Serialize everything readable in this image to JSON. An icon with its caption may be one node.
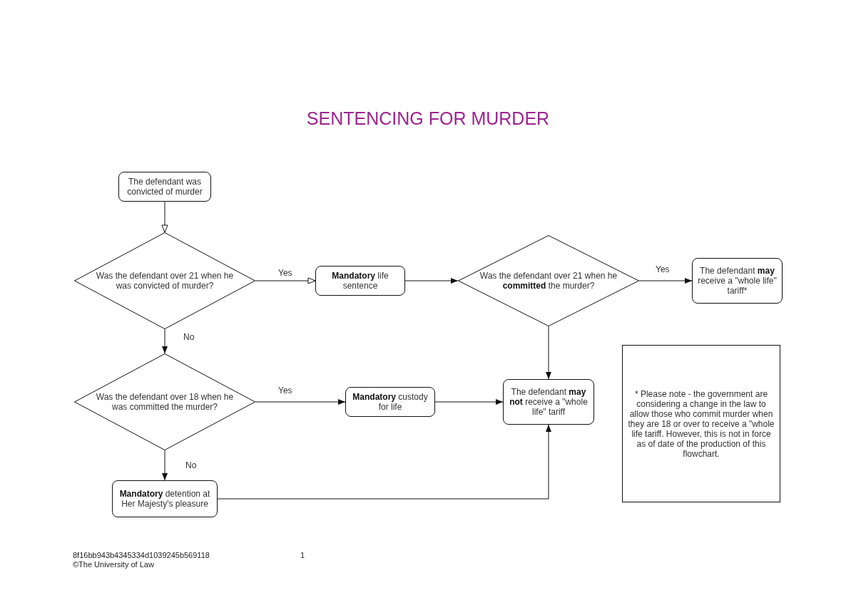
{
  "diagram": {
    "title": "SENTENCING FOR MURDER",
    "nodes": [
      {
        "text": [
          "The defendant was convicted of murder"
        ]
      },
      {
        "text": [
          "Was the defendant over 21 when he was convicted of murder?"
        ]
      },
      {
        "text": [
          "**Mandatory** life sentence"
        ]
      },
      {
        "text": [
          "Was the defendant over 21 when he **committed** the murder?"
        ]
      },
      {
        "text": [
          "The defendant **may** receive a \"whole life\" tariff*"
        ]
      },
      {
        "text": [
          "Was the defendant over 18 when he was committed the murder?"
        ]
      },
      {
        "text": [
          "**Mandatory** custody for life"
        ]
      },
      {
        "text": [
          "The defendant **may not** receive a \"whole life\" tariff"
        ]
      },
      {
        "text": [
          "**Mandatory** detention at Her Majesty's pleasure"
        ]
      },
      {
        "text": [
          "* Please note - the government are considering a change in the law to allow those who commit murder when they are 18 or over to receive a \"whole life tariff. However, this is not in force as of date of the production of this flowchart."
        ]
      }
    ],
    "edges": [
      {
        "from": 0,
        "to": 1,
        "arrow": "to"
      },
      {
        "from": 1,
        "to": 2,
        "arrow": "to",
        "label": "Yes"
      },
      {
        "from": 1,
        "to": 5,
        "arrow": "to",
        "label": "No"
      },
      {
        "from": 2,
        "to": 3,
        "arrow": "to"
      },
      {
        "from": 3,
        "to": 4,
        "arrow": "to",
        "label": "Yes"
      },
      {
        "from": 3,
        "to": 7,
        "arrow": "to"
      },
      {
        "from": 5,
        "to": 6,
        "arrow": "to",
        "label": "Yes"
      },
      {
        "from": 5,
        "to": 8,
        "arrow": "to",
        "label": "No"
      },
      {
        "from": 6,
        "to": 7,
        "arrow": "to"
      },
      {
        "from": 8,
        "to": 7,
        "arrow": "to"
      }
    ],
    "labels": [
      "8f16bb943b4345334d1039245b569118",
      "1",
      "©The University of Law"
    ]
  }
}
